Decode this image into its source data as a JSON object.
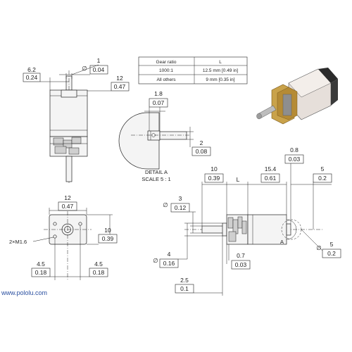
{
  "spec_table": {
    "header": [
      "Gear ratio",
      "L"
    ],
    "rows": [
      [
        "1000:1",
        "12.5 mm [0.49 in]"
      ],
      [
        "All others",
        "9 mm [0.35 in]"
      ]
    ]
  },
  "dimensions": {
    "shaft_offset": {
      "mm": "6.2",
      "in": "0.24"
    },
    "shaft_flat": {
      "mm": "1",
      "in": "0.04"
    },
    "width_top": {
      "mm": "12",
      "in": "0.47"
    },
    "flat_depth": {
      "mm": "1.8",
      "in": "0.07"
    },
    "flat_len": {
      "mm": "2",
      "in": "0.08"
    },
    "front_width": {
      "mm": "12",
      "in": "0.47"
    },
    "front_height": {
      "mm": "10",
      "in": "0.39"
    },
    "holes": "2×M1.6",
    "hole_left": {
      "mm": "4.5",
      "in": "0.18"
    },
    "hole_right": {
      "mm": "4.5",
      "in": "0.18"
    },
    "shaft_length": {
      "mm": "10",
      "in": "0.39"
    },
    "length_L": "L",
    "motor_length": {
      "mm": "15.4",
      "in": "0.61"
    },
    "terminal_thk": {
      "mm": "0.8",
      "in": "0.03"
    },
    "terminal_len": {
      "mm": "5",
      "in": "0.2"
    },
    "shaft_dia": {
      "mm": "3",
      "in": "0.12"
    },
    "boss_dia": {
      "mm": "4",
      "in": "0.16"
    },
    "plate_thk": {
      "mm": "0.7",
      "in": "0.03"
    },
    "boss_len": {
      "mm": "2.5",
      "in": "0.1"
    },
    "pin_dia": {
      "mm": "5",
      "in": "0.2"
    }
  },
  "detail": {
    "title": "DETAIL A",
    "scale": "SCALE 5 : 1",
    "marker": "A"
  },
  "symbols": {
    "diameter": "∅"
  },
  "footer": {
    "url": "www.pololu.com"
  },
  "colors": {
    "line": "#222222",
    "part": "#f4f4f4",
    "gear": "#cfcfcf",
    "brass": "#c9a24a",
    "link": "#2a4fa0"
  }
}
